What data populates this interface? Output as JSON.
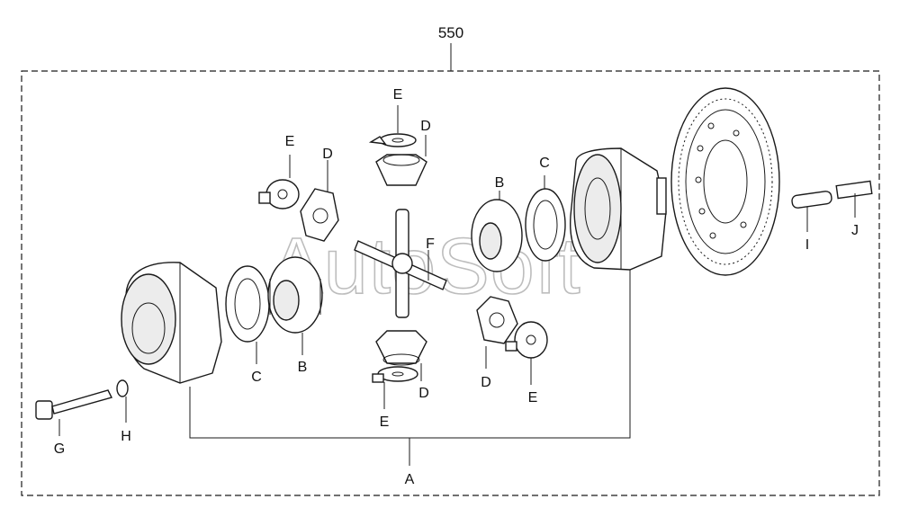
{
  "assembly_number": "550",
  "watermark": "AutoSoft",
  "callouts": {
    "A": "A",
    "B_left": "B",
    "B_right": "B",
    "C_left": "C",
    "C_right": "C",
    "D_top_left": "D",
    "D_top_center": "D",
    "D_bottom_center": "D",
    "D_bottom_right": "D",
    "E_top_left": "E",
    "E_top_center": "E",
    "E_bottom_center": "E",
    "E_bottom_right": "E",
    "F": "F",
    "G": "G",
    "H": "H",
    "I": "I",
    "J": "J"
  },
  "colors": {
    "line": "#1a1a1a",
    "watermark": "#bdbdbd",
    "background": "#ffffff"
  }
}
